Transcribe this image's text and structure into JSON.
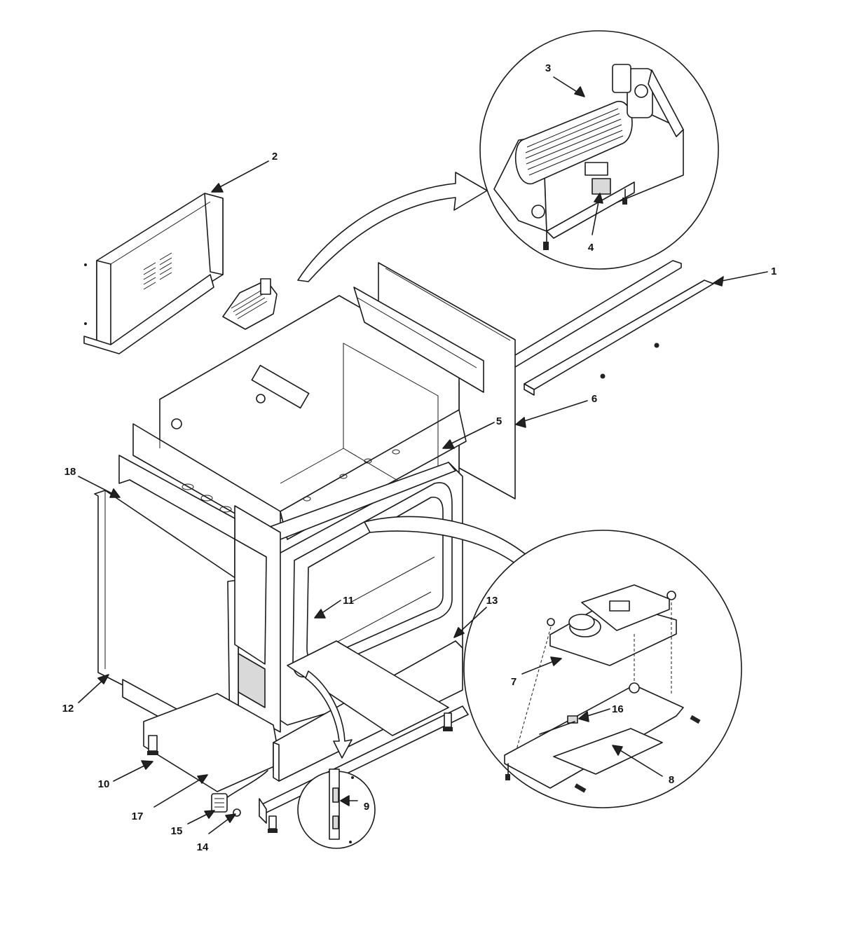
{
  "colors": {
    "line": "#1a1a1a",
    "paper": "#ffffff",
    "shade": "#d9d9d9"
  },
  "callouts": [
    {
      "id": "1",
      "label": "1"
    },
    {
      "id": "2",
      "label": "2"
    },
    {
      "id": "3",
      "label": "3"
    },
    {
      "id": "4",
      "label": "4"
    },
    {
      "id": "5",
      "label": "5"
    },
    {
      "id": "6",
      "label": "6"
    },
    {
      "id": "7",
      "label": "7"
    },
    {
      "id": "8",
      "label": "8"
    },
    {
      "id": "9",
      "label": "9"
    },
    {
      "id": "10",
      "label": "10"
    },
    {
      "id": "11",
      "label": "11"
    },
    {
      "id": "12",
      "label": "12"
    },
    {
      "id": "13",
      "label": "13"
    },
    {
      "id": "14",
      "label": "14"
    },
    {
      "id": "15",
      "label": "15"
    },
    {
      "id": "16",
      "label": "16"
    },
    {
      "id": "17",
      "label": "17"
    },
    {
      "id": "18",
      "label": "18"
    }
  ]
}
